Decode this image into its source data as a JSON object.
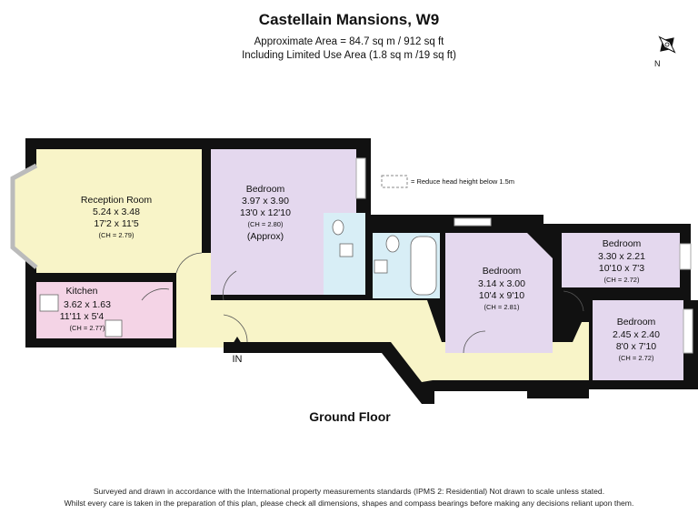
{
  "header": {
    "title": "Castellain Mansions, W9",
    "area_line": "Approximate Area = 84.7 sq m / 912 sq ft",
    "limited_line": "Including Limited Use Area (1.8 sq m /19 sq ft)"
  },
  "compass": {
    "label": "N"
  },
  "legend": {
    "text": "= Reduce head height below 1.5m"
  },
  "rooms": {
    "reception": {
      "name": "Reception Room",
      "metric": "5.24 x 3.48",
      "imperial": "17'2 x 11'5",
      "ch": "(CH = 2.79)"
    },
    "bedroom1": {
      "name": "Bedroom",
      "metric": "3.97 x 3.90",
      "imperial": "13'0 x 12'10",
      "ch": "(CH = 2.80)",
      "note": "(Approx)"
    },
    "kitchen": {
      "name": "Kitchen",
      "metric": "3.62 x 1.63",
      "imperial": "11'11 x 5'4",
      "ch": "(CH = 2.77)"
    },
    "bedroom2": {
      "name": "Bedroom",
      "metric": "3.14 x 3.00",
      "imperial": "10'4 x 9'10",
      "ch": "(CH = 2.81)"
    },
    "bedroom3": {
      "name": "Bedroom",
      "metric": "3.30 x 2.21",
      "imperial": "10'10 x 7'3",
      "ch": "(CH = 2.72)"
    },
    "bedroom4": {
      "name": "Bedroom",
      "metric": "2.45 x 2.40",
      "imperial": "8'0 x 7'10",
      "ch": "(CH = 2.72)"
    }
  },
  "entrance": {
    "label": "IN"
  },
  "floor": {
    "label": "Ground Floor"
  },
  "footer": {
    "line1": "Surveyed and drawn in accordance with the International property measurements standards (IPMS 2: Residential) Not drawn to scale unless stated.",
    "line2": "Whilst every care is taken in the preparation of this plan, please check all dimensions, shapes and compass bearings before making any decisions reliant upon them."
  },
  "colors": {
    "reception": "#f8f4c8",
    "bedroom": "#e4d8ee",
    "kitchen": "#f4d4e6",
    "hallway": "#f8f4c8",
    "bathroom": "#d8eef6",
    "wall": "#111111"
  }
}
